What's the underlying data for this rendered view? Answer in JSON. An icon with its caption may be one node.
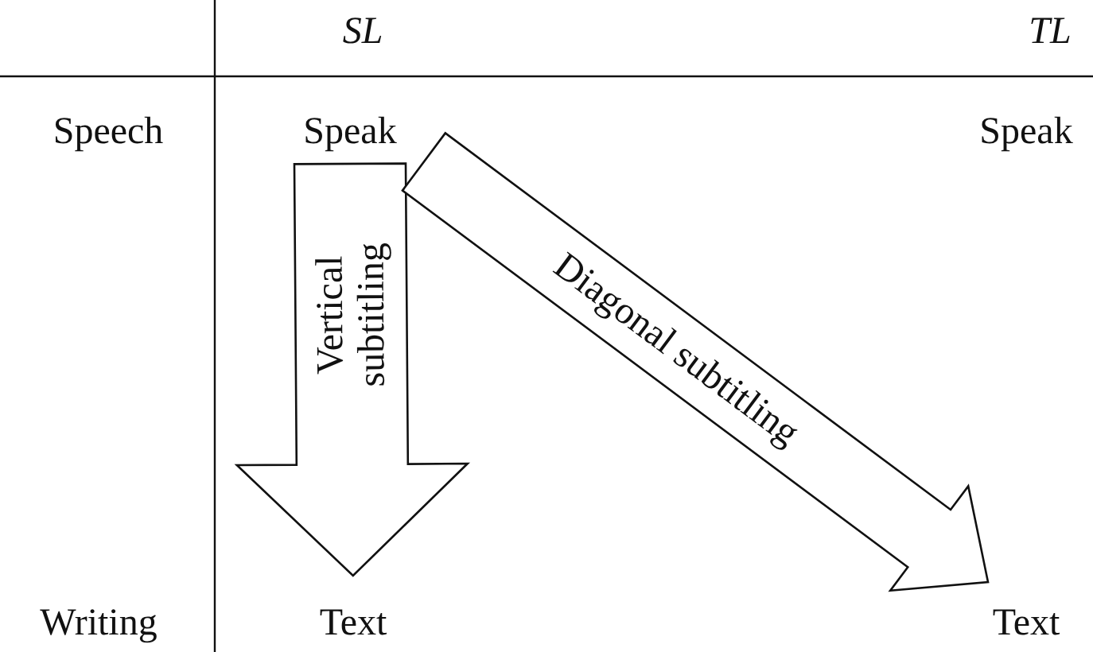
{
  "diagram": {
    "nodes": [
      {
        "text": [
          "Speak"
        ]
      },
      {
        "text": [
          "Speak"
        ]
      },
      {
        "text": [
          "Text"
        ]
      },
      {
        "text": [
          "Text"
        ]
      }
    ],
    "edges": [
      {
        "from": 0,
        "to": 2,
        "arrow": "to",
        "label": "Vertical subtitling"
      },
      {
        "from": 0,
        "to": 3,
        "arrow": "to",
        "label": "Diagonal subtitling"
      }
    ],
    "labels": [
      "SL",
      "TL",
      "Speech",
      "Writing"
    ]
  }
}
